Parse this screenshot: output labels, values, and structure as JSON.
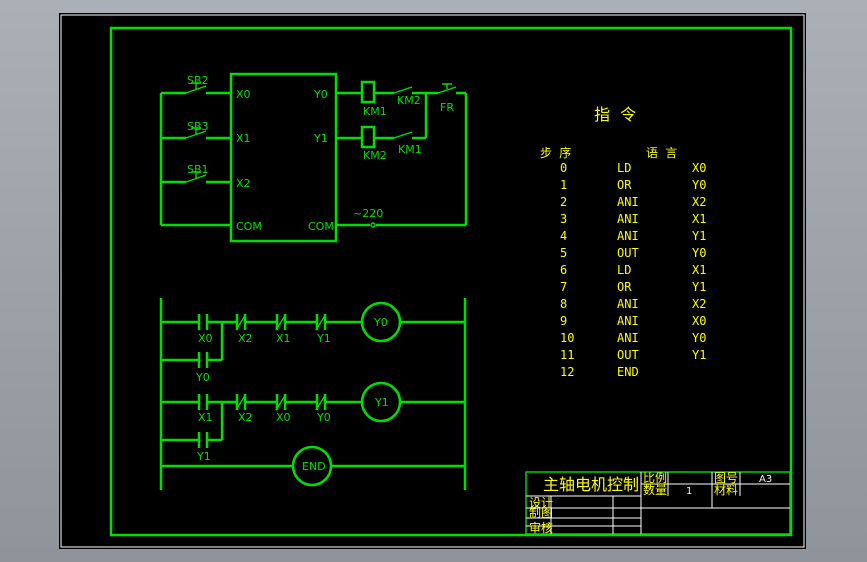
{
  "plc_wiring": {
    "inputs": [
      {
        "button": "SB2",
        "terminal": "X0"
      },
      {
        "button": "SB3",
        "terminal": "X1"
      },
      {
        "button": "SB1",
        "terminal": "X2"
      }
    ],
    "outputs": [
      "Y0",
      "Y1"
    ],
    "com_in": "COM",
    "com_out": "COM",
    "coil1": "KM1",
    "coil2": "KM2",
    "interlock1": "KM2",
    "interlock2": "KM1",
    "thermal": "FR",
    "supply": "~220"
  },
  "instruction_table": {
    "title": "指  令",
    "col_step": "步 序",
    "col_lang": "语 言",
    "rows": [
      {
        "step": "0",
        "op": "LD",
        "arg": "X0"
      },
      {
        "step": "1",
        "op": "OR",
        "arg": "Y0"
      },
      {
        "step": "2",
        "op": "ANI",
        "arg": "X2"
      },
      {
        "step": "3",
        "op": "ANI",
        "arg": "X1"
      },
      {
        "step": "4",
        "op": "ANI",
        "arg": "Y1"
      },
      {
        "step": "5",
        "op": "OUT",
        "arg": "Y0"
      },
      {
        "step": "6",
        "op": "LD",
        "arg": "X1"
      },
      {
        "step": "7",
        "op": "OR",
        "arg": "Y1"
      },
      {
        "step": "8",
        "op": "ANI",
        "arg": "X2"
      },
      {
        "step": "9",
        "op": "ANI",
        "arg": "X0"
      },
      {
        "step": "10",
        "op": "ANI",
        "arg": "Y0"
      },
      {
        "step": "11",
        "op": "OUT",
        "arg": "Y1"
      },
      {
        "step": "12",
        "op": "END",
        "arg": ""
      }
    ]
  },
  "ladder": {
    "rung1": {
      "contact": "X0",
      "parallel": "Y0",
      "nc": [
        "X2",
        "X1",
        "Y1"
      ],
      "coil": "Y0"
    },
    "rung2": {
      "contact": "X1",
      "parallel": "Y1",
      "nc": [
        "X2",
        "X0",
        "Y0"
      ],
      "coil": "Y1"
    },
    "end": "END"
  },
  "title_block": {
    "drawing_name": "主轴电机控制",
    "scale_label": "比例",
    "qty_label": "数量",
    "qty_value": "1",
    "drawing_no_label": "图号",
    "sheet_size": "A3",
    "material_label": "材料",
    "designer_label": "设计",
    "drafter_label": "制图",
    "reviewer_label": "审核"
  }
}
